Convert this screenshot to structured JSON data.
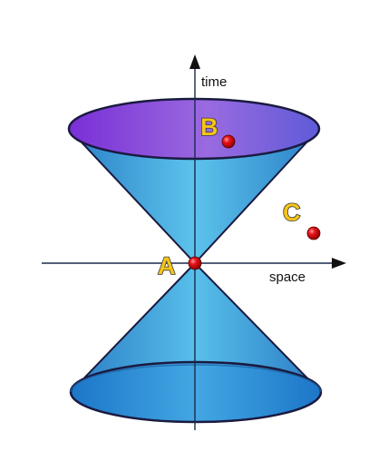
{
  "axes": {
    "vertical_label": "time",
    "horizontal_label": "space"
  },
  "points": {
    "A": {
      "label": "A",
      "color": "#e0141a"
    },
    "B": {
      "label": "B",
      "color": "#e0141a"
    },
    "C": {
      "label": "C",
      "color": "#e0141a"
    }
  },
  "colors": {
    "cone_fill": "#3aa6dc",
    "cone_rim_top": "#7a2fd6",
    "cone_rim_bottom": "#1f7fcf",
    "outline": "#1a1a40",
    "label_fill": "#f5c518"
  }
}
